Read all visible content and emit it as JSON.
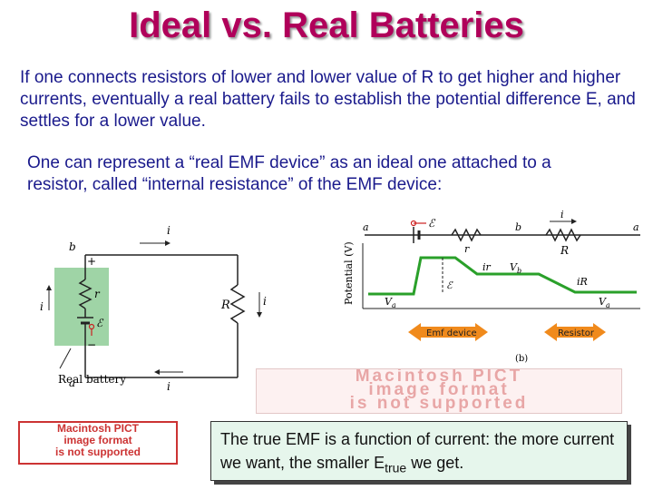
{
  "slide": {
    "title": "Ideal vs. Real Batteries",
    "paragraph1": "If one connects resistors of lower and lower value of R to get higher and higher currents, eventually a real battery fails to establish  the potential difference E, and settles for a lower value.",
    "paragraph2": "One can represent a “real EMF device” as an ideal one attached to a resistor, called “internal resistance” of the EMF device:",
    "box_text": "The true EMF is a function of current: the more current we want, the smaller E",
    "box_subscript": "true",
    "box_text_end": " we get."
  },
  "figure_left": {
    "label_i_top": "i",
    "label_b": "b",
    "label_plus": "+",
    "label_r": "r",
    "label_emf": "ℰ",
    "label_minus": "−",
    "label_a": "a",
    "label_R": "R",
    "label_i_left": "i",
    "label_i_right": "i",
    "label_i_bottom": "i",
    "label_real_battery": "Real battery"
  },
  "figure_right": {
    "label_a": "a",
    "label_emf": "ℰ",
    "label_r": "r",
    "label_b": "b",
    "label_i": "i",
    "label_R": "R",
    "label_a_end": "a",
    "y_axis_label": "Potential (V)",
    "label_ir": "ir",
    "label_Vb": "V",
    "label_Vb_sub": "b",
    "label_Va": "V",
    "label_Va_sub": "a",
    "label_emf_mid": "ℰ",
    "label_iR": "iR",
    "label_Va_end": "V",
    "label_Va_end_sub": "a",
    "arrow_left_label": "Emf device",
    "arrow_right_label": "Resistor",
    "caption": "(b)"
  },
  "pict_big": {
    "line1": "Macintosh PICT",
    "line2": "image format",
    "line3": "is not supported"
  },
  "pict_small": {
    "line1": "Macintosh PICT",
    "line2": "image format",
    "line3": "is not supported"
  },
  "colors": {
    "title": "#b0005a",
    "text": "#1a1a8c",
    "battery_shade": "#9fd4a6",
    "emf_red": "#cc1f1f",
    "potential_green": "#2aa02a",
    "arrow_orange": "#f08a1c",
    "box_bg": "#e6f6ec"
  }
}
